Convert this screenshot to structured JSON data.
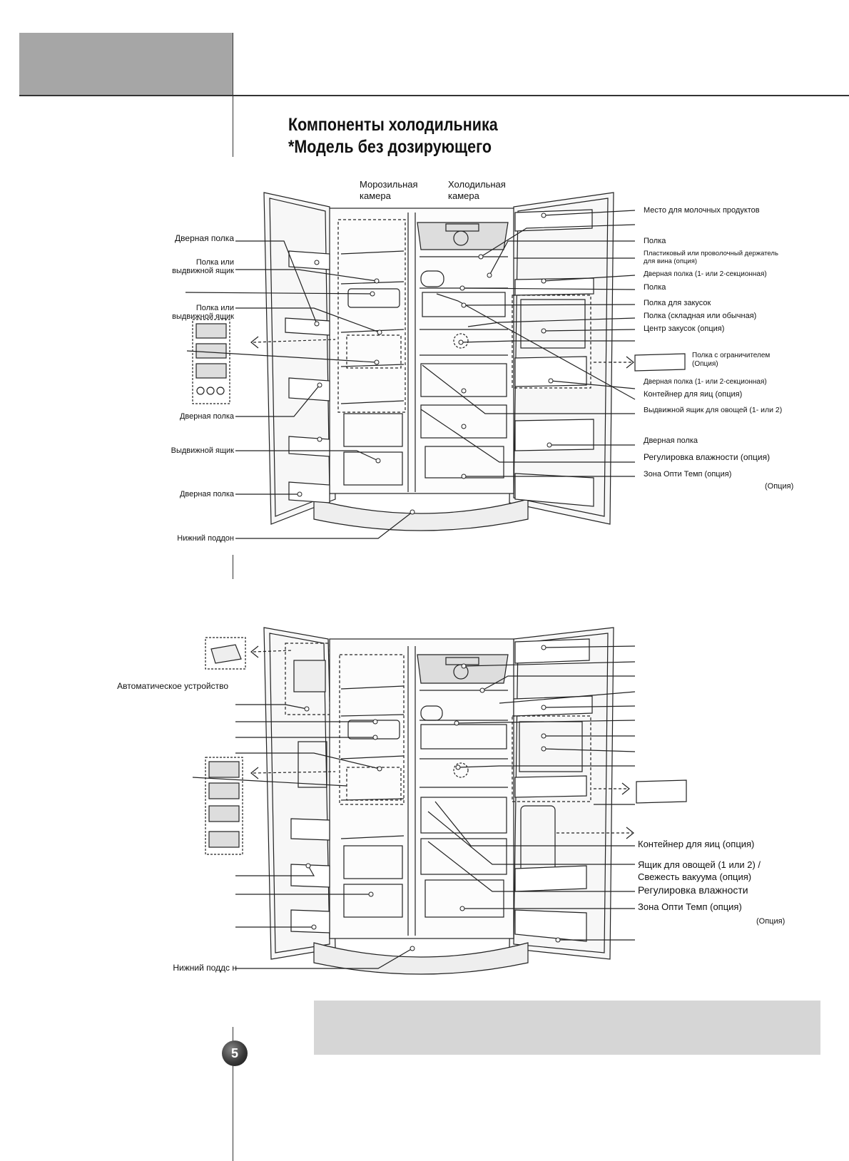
{
  "title": {
    "line1": "Компоненты холодильника",
    "line2": "*Модель без дозирующего"
  },
  "diagram1": {
    "compartments": {
      "freezer": [
        "Морозильная",
        "камера"
      ],
      "fridge": [
        "Холодильная",
        "камера"
      ]
    },
    "left_labels": [
      {
        "lines": [
          "Дверная полка"
        ]
      },
      {
        "lines": [
          "Полка или",
          "выдвижной ящик"
        ]
      },
      {
        "lines": [
          "Полка или",
          "выдвижной ящик"
        ]
      },
      {
        "lines": [
          "Дверная полка"
        ]
      },
      {
        "lines": [
          "Выдвижной ящик"
        ]
      },
      {
        "lines": [
          "Дверная полка"
        ]
      },
      {
        "lines": [
          "Нижний поддон"
        ]
      }
    ],
    "right_labels": [
      {
        "lines": [
          "Место для молочных продуктов"
        ]
      },
      {
        "lines": [
          "Полка"
        ]
      },
      {
        "lines": [
          "Пластиковый или проволочный держатель",
          "для вина (опция)"
        ]
      },
      {
        "lines": [
          "Дверная полка (1- или 2-секционная)"
        ]
      },
      {
        "lines": [
          "Полка"
        ]
      },
      {
        "lines": [
          "Полка для закусок"
        ]
      },
      {
        "lines": [
          "Полка (складная или обычная)"
        ]
      },
      {
        "lines": [
          "Центр закусок (опция)"
        ]
      },
      {
        "lines": [
          "Полка с ограничителем",
          "(Опция)"
        ]
      },
      {
        "lines": [
          "Дверная полка (1- или 2-секционная)"
        ]
      },
      {
        "lines": [
          "Контейнер для яиц (опция)"
        ]
      },
      {
        "lines": [
          "Выдвижной ящик для овощей  (1- или 2)"
        ]
      },
      {
        "lines": [
          "Дверная полка"
        ]
      },
      {
        "lines": [
          "Регулировка влажности (опция)"
        ]
      },
      {
        "lines": [
          "Зона Опти Темп (опция)"
        ]
      },
      {
        "lines": [
          "(Опция)"
        ]
      }
    ]
  },
  "diagram2": {
    "left_labels": [
      {
        "lines": [
          "Автоматическое устройство"
        ]
      },
      {
        "lines": [
          "Нижний поддс н"
        ]
      }
    ],
    "right_labels": [
      {
        "lines": [
          "Контейнер для яиц (опция)"
        ]
      },
      {
        "lines": [
          "Ящик для овощей (1 или 2) /",
          "Свежесть вакуума (опция)"
        ]
      },
      {
        "lines": [
          "Регулировка влажности"
        ]
      },
      {
        "lines": [
          "Зона Опти Темп  (опция)"
        ]
      },
      {
        "lines": [
          "(Опция)"
        ]
      }
    ]
  },
  "page_number": "5",
  "colors": {
    "header_block": "#a6a6a6",
    "note_box": "#d6d6d6",
    "line": "#222222"
  }
}
